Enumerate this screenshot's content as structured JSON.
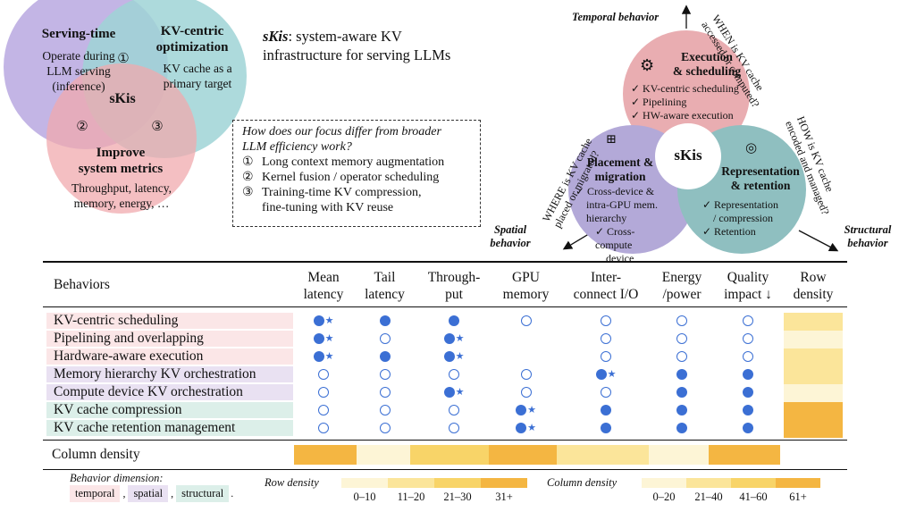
{
  "venn": {
    "serving": {
      "title": "Serving-time",
      "body": [
        "Operate during",
        "LLM serving",
        "(inference)"
      ]
    },
    "kvcentric": {
      "title": [
        "KV-centric",
        "optimization"
      ],
      "body": [
        "KV cache as a",
        "primary target"
      ]
    },
    "improve": {
      "title": [
        "Improve",
        "system metrics"
      ],
      "body": [
        "Throughput, latency,",
        "memory, energy, …"
      ]
    },
    "center": "sKis",
    "markers": [
      "①",
      "②",
      "③"
    ],
    "colors": {
      "serving": "#b9a8e0",
      "kvcentric": "#9fd3d6",
      "improve": "#f0a9ad"
    }
  },
  "headline": {
    "name": "sKis",
    "rest": ": system-aware KV",
    "line2": "infrastructure for serving LLMs"
  },
  "focus": {
    "question": [
      "How does our focus differ from broader",
      "LLM efficiency work?"
    ],
    "items": [
      {
        "num": "①",
        "text": "Long context memory augmentation"
      },
      {
        "num": "②",
        "text": "Kernel fusion / operator scheduling"
      },
      {
        "num": "③",
        "text": "Training-time KV compression,"
      },
      {
        "num": "",
        "text": "fine-tuning with KV reuse"
      }
    ]
  },
  "petals": {
    "center": "sKis",
    "execution": {
      "title": [
        "Execution",
        "& scheduling"
      ],
      "items": [
        "✓ KV-centric scheduling",
        "✓ Pipelining",
        "✓ HW-aware execution"
      ]
    },
    "placement": {
      "title": [
        "Placement &",
        "migration"
      ],
      "items": [
        "✓ Cross-device &",
        "intra-GPU mem.",
        "hierarchy",
        "✓ Cross-compute",
        "device"
      ]
    },
    "representation": {
      "title": [
        "Representation",
        "& retention"
      ],
      "items": [
        "✓ Representation",
        "/ compression",
        "✓ Retention"
      ]
    },
    "arrows": {
      "temporal": "Temporal behavior",
      "spatial": [
        "Spatial",
        "behavior"
      ],
      "structural": [
        "Structural",
        "behavior"
      ]
    },
    "questions": {
      "when": [
        "WHEN is KV cache",
        "accessed or computed?"
      ],
      "where": [
        "WHERE is KV cache",
        "placed or migrated?"
      ],
      "how": [
        "HOW is KV cache",
        "encoded and managed?"
      ]
    },
    "colors": {
      "execution": "#e9adb1",
      "placement": "#b3a9d8",
      "representation": "#8fbfc0"
    }
  },
  "table": {
    "corner": "Behaviors",
    "columns": [
      [
        "Mean",
        "latency"
      ],
      [
        "Tail",
        "latency"
      ],
      [
        "Through-",
        "put"
      ],
      [
        "GPU",
        "memory"
      ],
      [
        "Inter-",
        "connect I/O"
      ],
      [
        "Energy",
        "/power"
      ],
      [
        "Quality",
        "impact ↓"
      ],
      [
        "Row",
        "density"
      ]
    ],
    "rows": [
      {
        "label": "KV-centric scheduling",
        "dim": "temporal",
        "cells": [
          "dot*",
          "dot",
          "dot",
          "ring",
          "ring",
          "ring",
          "ring"
        ],
        "density": "#fbe59a"
      },
      {
        "label": "Pipelining and overlapping",
        "dim": "temporal",
        "cells": [
          "dot*",
          "ring",
          "dot*",
          "",
          "ring",
          "ring",
          "ring"
        ],
        "density": "#fdf5d6"
      },
      {
        "label": "Hardware-aware execution",
        "dim": "temporal",
        "cells": [
          "dot*",
          "dot",
          "dot*",
          "",
          "ring",
          "ring",
          "ring"
        ],
        "density": "#fbe59a"
      },
      {
        "label": "Memory hierarchy KV orchestration",
        "dim": "spatial",
        "cells": [
          "ring",
          "ring",
          "ring",
          "ring",
          "dot*",
          "dot",
          "dot"
        ],
        "density": "#fbe59a"
      },
      {
        "label": "Compute device KV orchestration",
        "dim": "spatial",
        "cells": [
          "ring",
          "ring",
          "dot*",
          "ring",
          "ring",
          "dot",
          "dot"
        ],
        "density": "#fdf5d6"
      },
      {
        "label": "KV cache compression",
        "dim": "structural",
        "cells": [
          "ring",
          "ring",
          "ring",
          "dot*",
          "dot",
          "dot",
          "dot"
        ],
        "density": "#f4b642"
      },
      {
        "label": "KV cache retention management",
        "dim": "structural",
        "cells": [
          "ring",
          "ring",
          "ring",
          "dot*",
          "dot",
          "dot",
          "dot"
        ],
        "density": "#f4b642"
      }
    ],
    "column_density_label": "Column density",
    "column_density": [
      "#f4b642",
      "#fdf5d6",
      "#f8d468",
      "#f4b642",
      "#fbe59a",
      "#fdf5d6",
      "#f4b642"
    ],
    "dim_colors": {
      "temporal": "#fbe6e7",
      "spatial": "#e9e1f2",
      "structural": "#dcefe9"
    }
  },
  "legend": {
    "dimension_title": "Behavior dimension:",
    "tags": [
      "temporal",
      "spatial",
      "structural"
    ],
    "row_density": {
      "title": "Row density",
      "labels": [
        "0–10",
        "11–20",
        "21–30",
        "31+"
      ],
      "colors": [
        "#fdf5d6",
        "#fbe59a",
        "#f8d468",
        "#f4b642"
      ]
    },
    "column_density": {
      "title": "Column density",
      "labels": [
        "0–20",
        "21–40",
        "41–60",
        "61+"
      ],
      "colors": [
        "#fdf5d6",
        "#fbe59a",
        "#f8d468",
        "#f4b642"
      ]
    }
  }
}
